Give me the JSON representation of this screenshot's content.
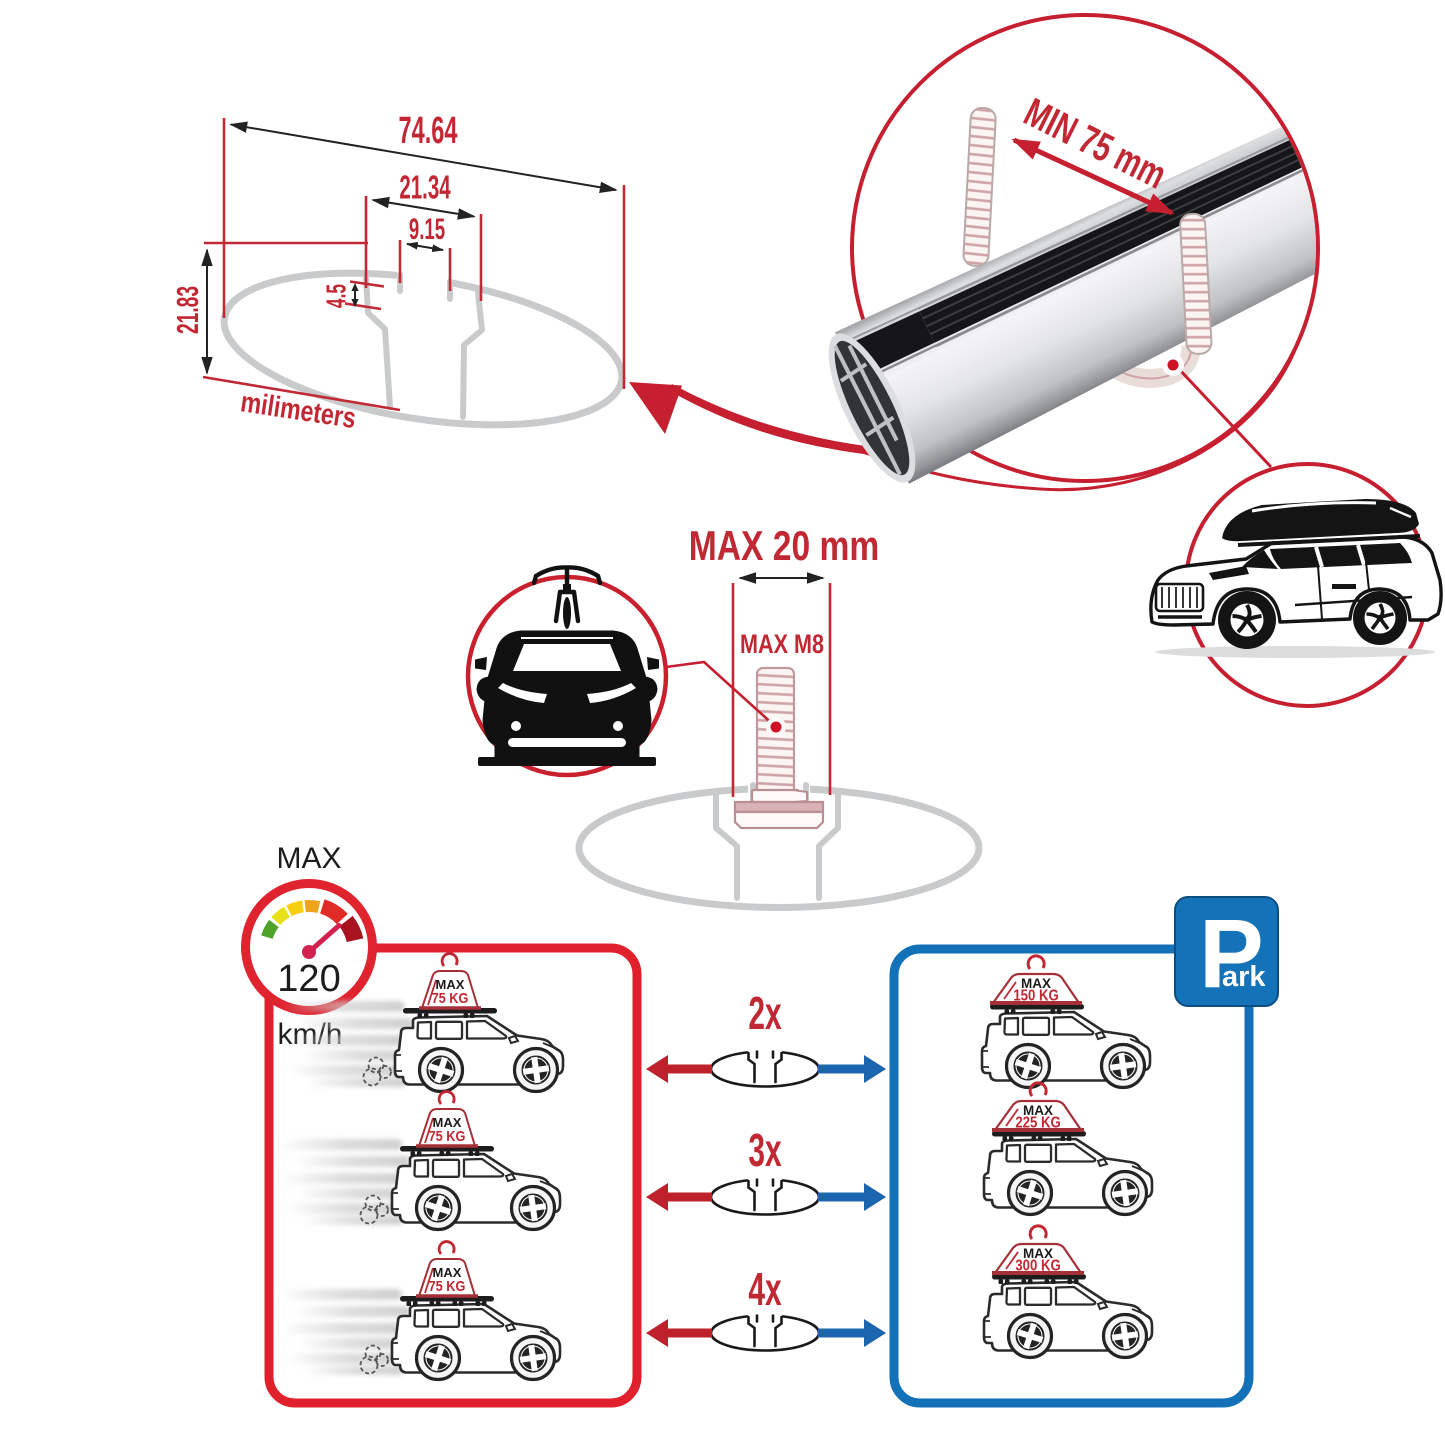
{
  "title": "roof rack cross-bar specification infographic",
  "colors": {
    "accent_red": "#d2202e",
    "dark_red_arrow": "#be202c",
    "accent_blue": "#1371b7",
    "blue_arrow": "#1b64ae",
    "profile_gray": "#c9cacb",
    "text_red": "#c22833",
    "text_black": "#1c1c1c"
  },
  "dimension_diagram": {
    "width_label": "74.64",
    "slot_outer_label": "21.34",
    "slot_inner_label": "9.15",
    "lip_depth_label": "4.5",
    "height_label": "21.83",
    "unit_label": "milimeters"
  },
  "bar_zoom": {
    "clearance_label": "MIN 75 mm"
  },
  "bolt_diagram": {
    "width_label": "MAX 20 mm",
    "thread_label": "MAX M8"
  },
  "speed_limit": {
    "label": "MAX",
    "value": "120",
    "unit": "km/h"
  },
  "multipliers": [
    {
      "label": "2x"
    },
    {
      "label": "3x"
    },
    {
      "label": "4x"
    }
  ],
  "driving_panel": {
    "cars": [
      {
        "load_label": "MAX",
        "load_value": "75 KG"
      },
      {
        "load_label": "MAX",
        "load_value": "75 KG"
      },
      {
        "load_label": "MAX",
        "load_value": "75 KG"
      }
    ]
  },
  "parking_panel": {
    "sign_main": "P",
    "sign_suffix": "ark",
    "cars": [
      {
        "load_label": "MAX",
        "load_value": "150 KG"
      },
      {
        "load_label": "MAX",
        "load_value": "225 KG"
      },
      {
        "load_label": "MAX",
        "load_value": "300 KG"
      }
    ]
  }
}
